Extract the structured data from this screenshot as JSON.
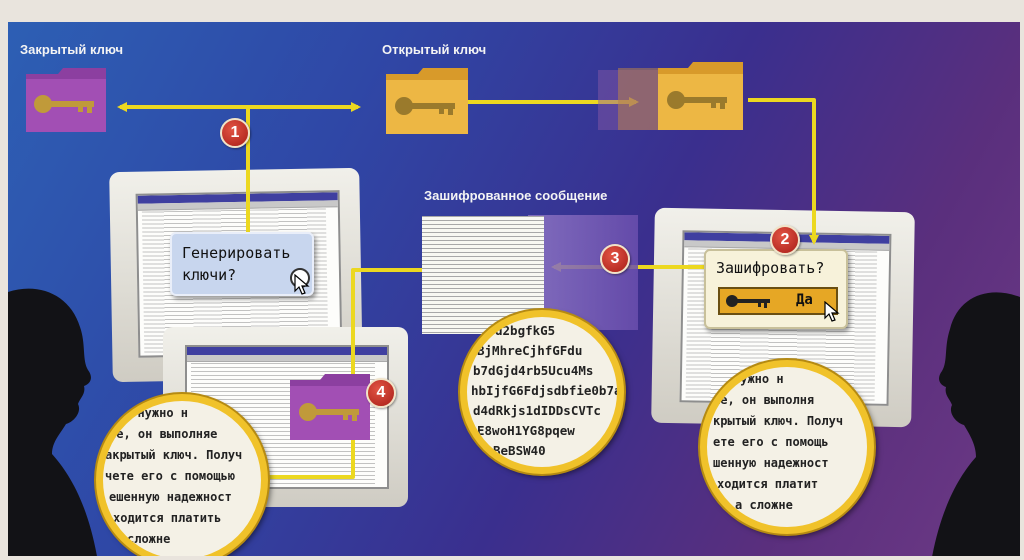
{
  "labels": {
    "private_key": "Закрытый ключ",
    "public_key": "Открытый ключ",
    "encrypted_message": "Зашифрованное сообщение"
  },
  "steps": [
    "1",
    "2",
    "3",
    "4"
  ],
  "dialog_generate": {
    "line1": "Генерировать",
    "line2": "ключи?"
  },
  "dialog_encrypt": {
    "question": "Зашифровать?",
    "yes": "Да"
  },
  "magnifier_encrypted": {
    "lines": [
      "d2bgfkG5",
      "BjMhreCjhfGFdu",
      "b7dGjd4rb5Ucu4Ms",
      "hbIjfG6Fdjsdbfie0b7a",
      "d4dRkjs1dIDDsCVTc",
      "E8woH1YG8pqew",
      "BeBSW40"
    ]
  },
  "magnifier_sender": {
    "lines": [
      "нужно н",
      "ке, он выполня",
      "крытый ключ. Получ",
      "ете его с помощь",
      "шенную надежност",
      "ходится платит",
      "а сложне"
    ]
  },
  "magnifier_receiver": {
    "lines": [
      "о нужно н",
      "ие, он выполняе",
      "акрытый ключ. Получ",
      "чете его с помощью",
      "ешенную надежност",
      "ходится платить",
      "сложне"
    ]
  },
  "colors": {
    "arrow": "#ecd820",
    "badge": "#c4281f",
    "lens": "#f0c22a"
  }
}
